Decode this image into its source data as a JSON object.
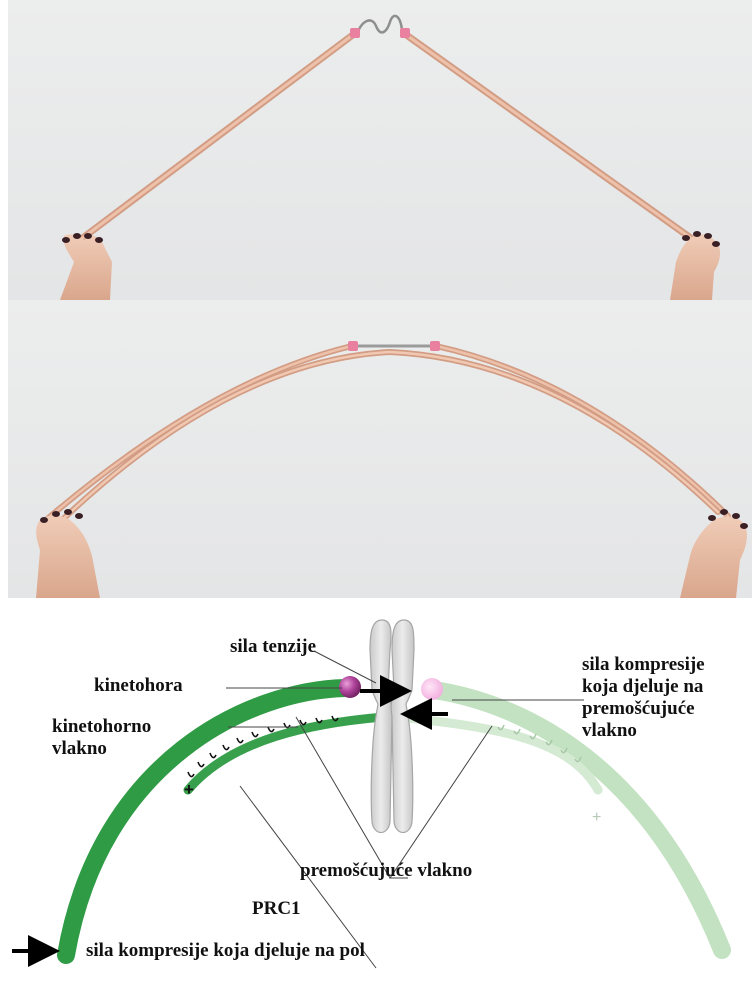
{
  "labels": {
    "tension_force": "sila tenzije",
    "kinetochore": "kinetohora",
    "kinetochore_fiber": "kinetohorno\nvlakno",
    "compression_on_bridging": "sila kompresije\nkoja djeluje na\npremošćujuće\nvlakno",
    "bridging_fiber": "premošćujuće vlakno",
    "prc1": "PRC1",
    "compression_on_pole": "sila kompresije koja djeluje na pol"
  },
  "colors": {
    "photo_background": "#e7e8e9",
    "rod": "#e6b49d",
    "rod_tip": "#e9809f",
    "skin": "#e9bfa8",
    "nail": "#3a2025",
    "fiber_dark": "#2f9b45",
    "fiber_light": "#c3e2c2",
    "chromosome": "#d8d8d8",
    "kinetochore_magenta": "#b0449c",
    "kinetochore_pink": "#f2b6e2",
    "arrow": "#000000"
  }
}
